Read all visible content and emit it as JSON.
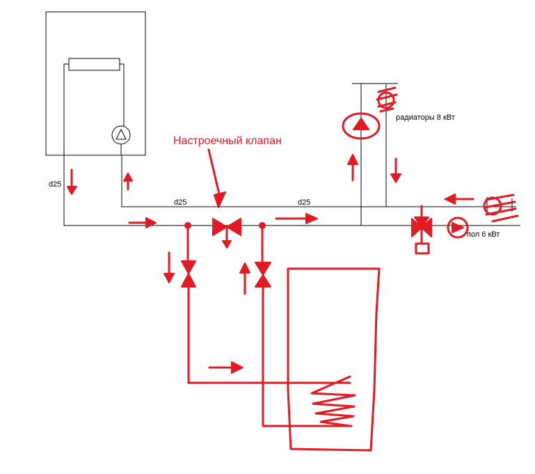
{
  "labels": {
    "d25_left": "d25",
    "d25_top": "d25",
    "d25_mid": "d25",
    "valve_label": "Настроечный клапан",
    "radiators": "радиаторы  8 кВт",
    "floor": "пол 6 кВт"
  },
  "colors": {
    "annotation": "#e01b24",
    "pipe": "#000000"
  }
}
